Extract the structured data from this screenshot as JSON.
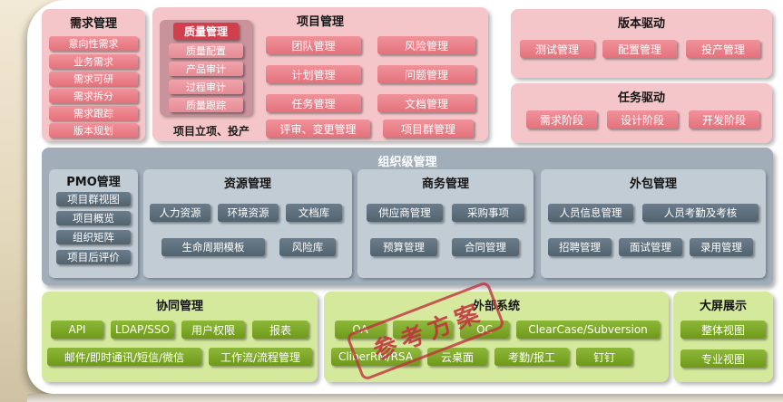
{
  "colors": {
    "panel_pink": "#f5c6c9",
    "button_pink": "#e4727c",
    "quality_panel": "#c8939b",
    "quality_badge_red": "#d23f4c",
    "panel_gray": "#a1aeba",
    "button_gray": "#52636f",
    "panel_green": "#d5e99c",
    "button_green": "#6f9a18",
    "stamp_red": "#c2313c"
  },
  "stamp": "参考方案",
  "requirements": {
    "title": "需求管理",
    "items": [
      "意向性需求",
      "业务需求",
      "需求可研",
      "需求拆分",
      "需求跟踪",
      "版本规划"
    ]
  },
  "project": {
    "title": "项目管理",
    "quality": {
      "title": "质量管理",
      "items": [
        "质量配置",
        "产品审计",
        "过程审计",
        "质量跟踪"
      ]
    },
    "startup_label": "项目立项、投产",
    "grid": [
      "团队管理",
      "风险管理",
      "计划管理",
      "问题管理",
      "任务管理",
      "文档管理"
    ],
    "footer": [
      "评审、变更管理",
      "项目群管理"
    ]
  },
  "version_driven": {
    "title": "版本驱动",
    "items": [
      "测试管理",
      "配置管理",
      "投产管理"
    ]
  },
  "task_driven": {
    "title": "任务驱动",
    "items": [
      "需求阶段",
      "设计阶段",
      "开发阶段"
    ]
  },
  "organization": {
    "title": "组织级管理",
    "pmo": {
      "title": "PMO管理",
      "items": [
        "项目群视图",
        "项目概览",
        "组织矩阵",
        "项目后评价"
      ]
    },
    "resource": {
      "title": "资源管理",
      "row1": [
        "人力资源",
        "环境资源",
        "文档库"
      ],
      "row2": [
        "生命周期模板",
        "风险库"
      ]
    },
    "business": {
      "title": "商务管理",
      "row1": [
        "供应商管理",
        "采购事项"
      ],
      "row2": [
        "预算管理",
        "合同管理"
      ]
    },
    "outsourcing": {
      "title": "外包管理",
      "row1": [
        "人员信息管理",
        "人员考勤及考核"
      ],
      "row2": [
        "招聘管理",
        "面试管理",
        "录用管理"
      ]
    }
  },
  "collaboration": {
    "title": "协同管理",
    "row1": [
      "API",
      "LDAP/SSO",
      "用户权限",
      "报表"
    ],
    "row2": [
      "邮件/即时通讯/短信/微信",
      "工作流/流程管理"
    ]
  },
  "external": {
    "title": "外部系统",
    "row1": [
      "OA",
      "",
      "QC",
      "ClearCase/Subversion"
    ],
    "row2": [
      "CliberRM/RSA",
      "云桌面",
      "考勤/报工",
      "钉钉"
    ]
  },
  "display": {
    "title": "大屏展示",
    "items": [
      "整体视图",
      "专业视图"
    ]
  }
}
